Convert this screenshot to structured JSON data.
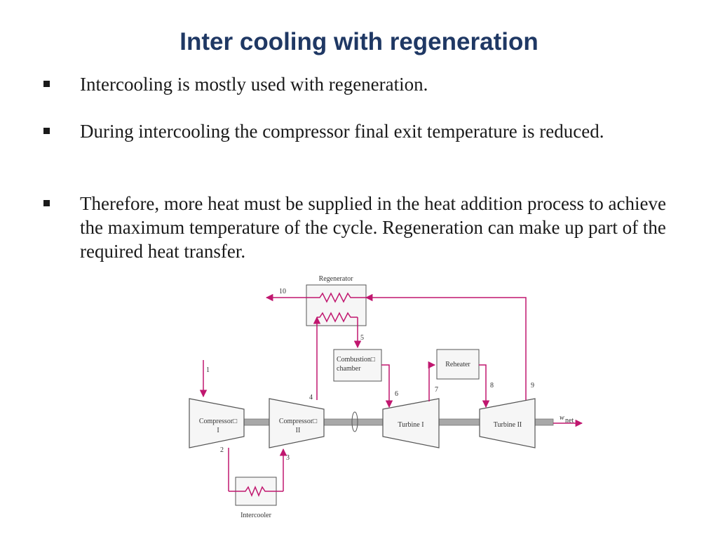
{
  "slide": {
    "title": "Inter cooling with regeneration",
    "bullets": [
      "Intercooling is mostly used with regeneration.",
      "During intercooling the compressor final exit temperature is reduced.",
      "Therefore, more heat must be supplied in the heat addition process to achieve the maximum temperature of the cycle.  Regeneration can make up part of the required heat transfer."
    ]
  },
  "diagram": {
    "components": {
      "regenerator": "Regenerator",
      "combustion_line1": "Combustion□",
      "combustion_line2": "chamber",
      "reheater": "Reheater",
      "compressor1_line1": "Compressor□",
      "compressor1_line2": "I",
      "compressor2_line1": "Compressor□",
      "compressor2_line2": "II",
      "turbine1": "Turbine I",
      "turbine2": "Turbine II",
      "intercooler": "Intercooler",
      "wnet_main": "w",
      "wnet_sub": "net"
    },
    "state_points": [
      "1",
      "2",
      "3",
      "4",
      "5",
      "6",
      "7",
      "8",
      "9",
      "10"
    ],
    "colors": {
      "flow": "#c0176f",
      "equipment": "#555555",
      "shaft": "#9a9a9a"
    }
  }
}
